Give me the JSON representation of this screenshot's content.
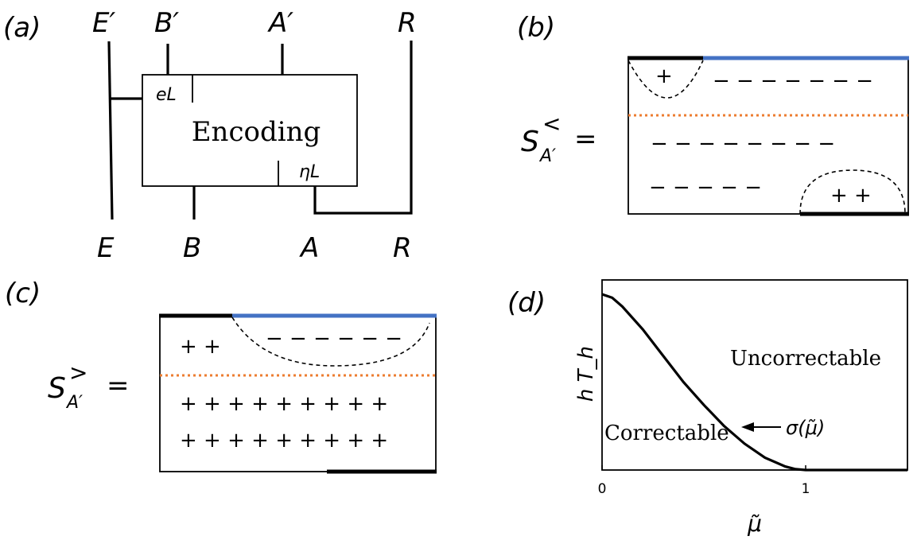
{
  "panel_a": {
    "label": "(a)",
    "encoding_label": "Encoding",
    "left_fraction": "eL",
    "right_fraction": "ηL",
    "top_ports": [
      "E′",
      "B′",
      "A′",
      "R"
    ],
    "bottom_ports": [
      "E",
      "B",
      "A",
      "R"
    ]
  },
  "panel_b": {
    "label": "(b)",
    "entropy": {
      "base": "S",
      "sup": "<",
      "sub": "A′",
      "eq": "="
    },
    "row1_plus": "+",
    "row1_minus": "− − − − − − −",
    "row2": "− − − − − − − −",
    "row3_minus": "− − − − −",
    "row3_plus": "+ +"
  },
  "panel_c": {
    "label": "(c)",
    "entropy": {
      "base": "S",
      "sup": ">",
      "sub": "A′",
      "eq": "="
    },
    "row1_plus": "+ +",
    "row1_minus": "− − − − − −",
    "row2": "+ + + + + + + + +",
    "row3": "+ + + + + + + + +"
  },
  "panel_d": {
    "label": "(d)",
    "region_upper": "Uncorrectable",
    "region_lower": "Correctable",
    "curve_label": "σ(μ̃)",
    "chart_data": {
      "type": "line",
      "xlabel": "μ̃",
      "ylabel": "h T_h",
      "x_ticks": [
        "0",
        "1"
      ],
      "xlim": [
        0,
        1.5
      ],
      "series": [
        {
          "x": [
            0,
            0.05,
            0.1,
            0.2,
            0.3,
            0.4,
            0.5,
            0.6,
            0.7,
            0.8,
            0.9,
            0.95,
            1.0,
            1.5
          ],
          "y": [
            1.0,
            0.98,
            0.93,
            0.8,
            0.65,
            0.5,
            0.37,
            0.25,
            0.15,
            0.07,
            0.02,
            0.005,
            0,
            0
          ]
        }
      ]
    }
  }
}
